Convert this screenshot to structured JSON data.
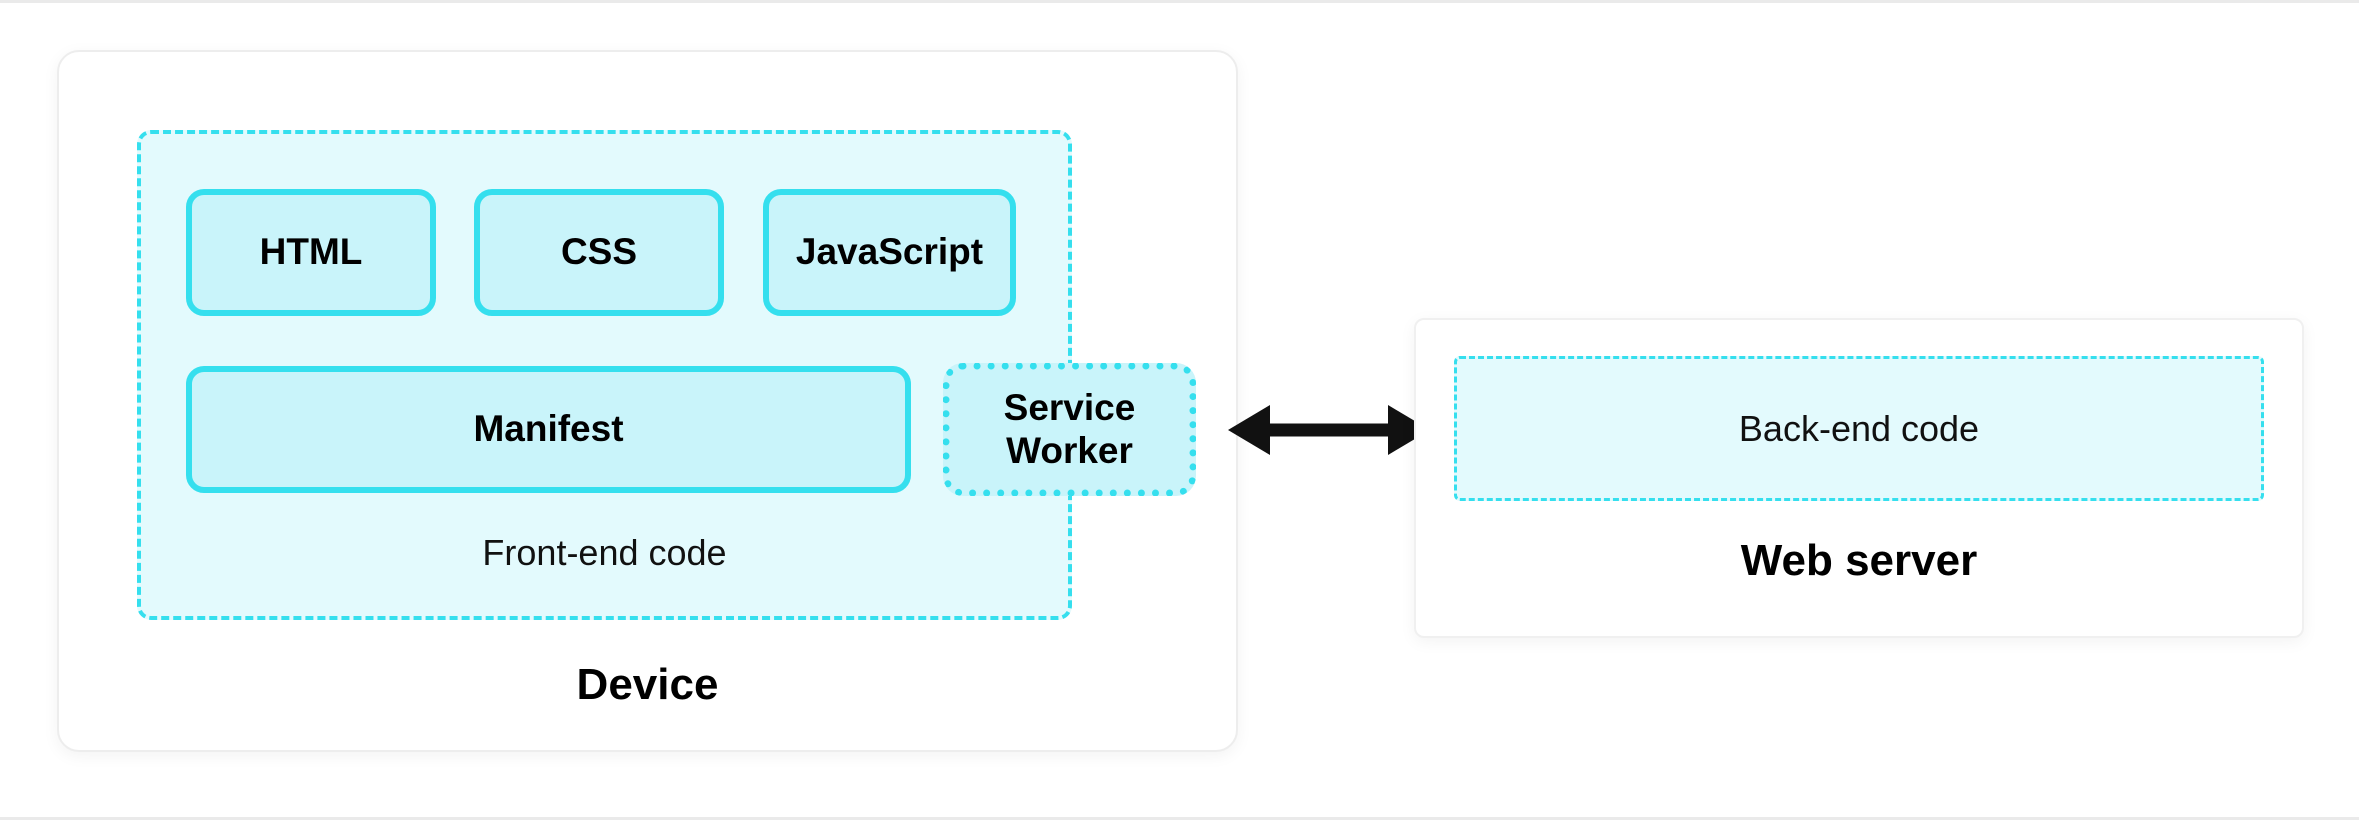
{
  "device": {
    "label": "Device",
    "frontend": {
      "label": "Front-end code",
      "boxes": [
        "HTML",
        "CSS",
        "JavaScript"
      ],
      "manifest": "Manifest",
      "service_worker": "Service Worker"
    }
  },
  "server": {
    "label": "Web server",
    "backend": "Back-end code"
  },
  "colors": {
    "cyan_border": "#35DFEE",
    "panel_fill": "#E3FAFD",
    "box_fill": "#C9F4FA",
    "arrow": "#111111"
  }
}
